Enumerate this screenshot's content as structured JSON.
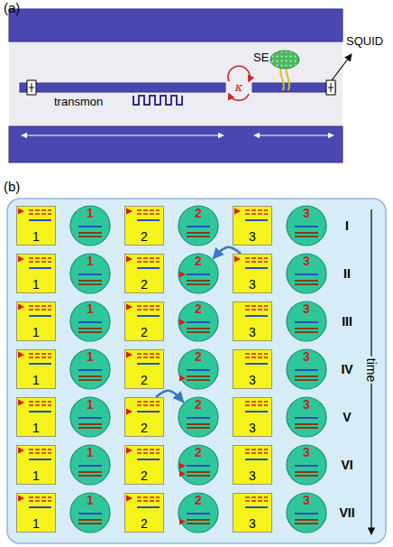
{
  "diagram": {
    "nodes": [
      {
        "text": [
          "1"
        ]
      },
      {
        "text": [
          "1"
        ]
      },
      {
        "text": [
          "2"
        ]
      },
      {
        "text": [
          "2"
        ]
      },
      {
        "text": [
          "3"
        ]
      },
      {
        "text": [
          "3"
        ]
      },
      {
        "text": [
          "1"
        ]
      },
      {
        "text": [
          "1"
        ]
      },
      {
        "text": [
          "2"
        ]
      },
      {
        "text": [
          "2"
        ]
      },
      {
        "text": [
          "3"
        ]
      },
      {
        "text": [
          "3"
        ]
      },
      {
        "text": [
          "1"
        ]
      },
      {
        "text": [
          "1"
        ]
      },
      {
        "text": [
          "2"
        ]
      },
      {
        "text": [
          "2"
        ]
      },
      {
        "text": [
          "3"
        ]
      },
      {
        "text": [
          "3"
        ]
      },
      {
        "text": [
          "1"
        ]
      },
      {
        "text": [
          "1"
        ]
      },
      {
        "text": [
          "2"
        ]
      },
      {
        "text": [
          "2"
        ]
      },
      {
        "text": [
          "3"
        ]
      },
      {
        "text": [
          "3"
        ]
      },
      {
        "text": [
          "1"
        ]
      },
      {
        "text": [
          "1"
        ]
      },
      {
        "text": [
          "2"
        ]
      },
      {
        "text": [
          "2"
        ]
      },
      {
        "text": [
          "3"
        ]
      },
      {
        "text": [
          "3"
        ]
      },
      {
        "text": [
          "1"
        ]
      },
      {
        "text": [
          "1"
        ]
      },
      {
        "text": [
          "2"
        ]
      },
      {
        "text": [
          "2"
        ]
      },
      {
        "text": [
          "3"
        ]
      },
      {
        "text": [
          "3"
        ]
      },
      {
        "text": [
          "1"
        ]
      },
      {
        "text": [
          "1"
        ]
      },
      {
        "text": [
          "2"
        ]
      },
      {
        "text": [
          "2"
        ]
      },
      {
        "text": [
          "3"
        ]
      },
      {
        "text": [
          "3"
        ]
      }
    ],
    "edges": [
      {
        "from": 10,
        "to": 9,
        "arrow": "to"
      },
      {
        "from": 26,
        "to": 27,
        "arrow": "to"
      }
    ],
    "labels": [
      "(a)",
      "SQUID",
      "SE",
      "κ",
      "transmon",
      "(b)",
      "I",
      "II",
      "III",
      "IV",
      "V",
      "VI",
      "VII",
      "time"
    ]
  }
}
